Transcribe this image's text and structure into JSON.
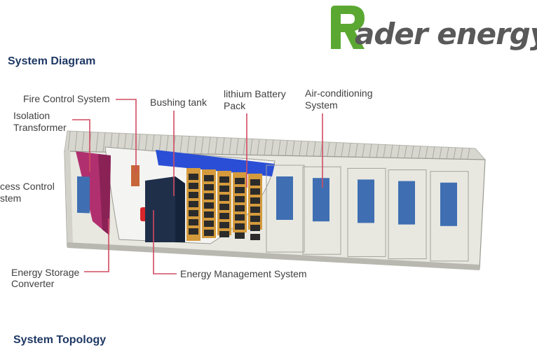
{
  "brand": {
    "logo_text": "Rader energy",
    "logo_letter": "R",
    "logo_rest": "ader energy",
    "green": "#5aa832",
    "gray": "#595959"
  },
  "headings": {
    "system_diagram": "System Diagram",
    "system_topology": "System Topology"
  },
  "labels": {
    "fire_control": "Fire Control System",
    "isolation_line1": "Isolation",
    "isolation_line2": "Transformer",
    "access_line1": "cess Control",
    "access_line2": "stem",
    "bushing_tank": "Bushing tank",
    "battery_line1": "lithium Battery",
    "battery_line2": "Pack",
    "aircon_line1": "Air-conditioning",
    "aircon_line2": "System",
    "esc_line1": "Energy Storage",
    "esc_line2": "Converter",
    "ems": "Energy Management System"
  },
  "colors": {
    "leader_line": "#d24b62",
    "heading": "#1f3864",
    "label_text": "#404040",
    "container_body": "#e8e8e1",
    "panel_blue": "#3f6fb2",
    "transformer": "#b0306f",
    "battery_rack": "#d49a3c",
    "battery_top": "#2a4fd6",
    "ems_cabinet": "#1f2f4a"
  }
}
